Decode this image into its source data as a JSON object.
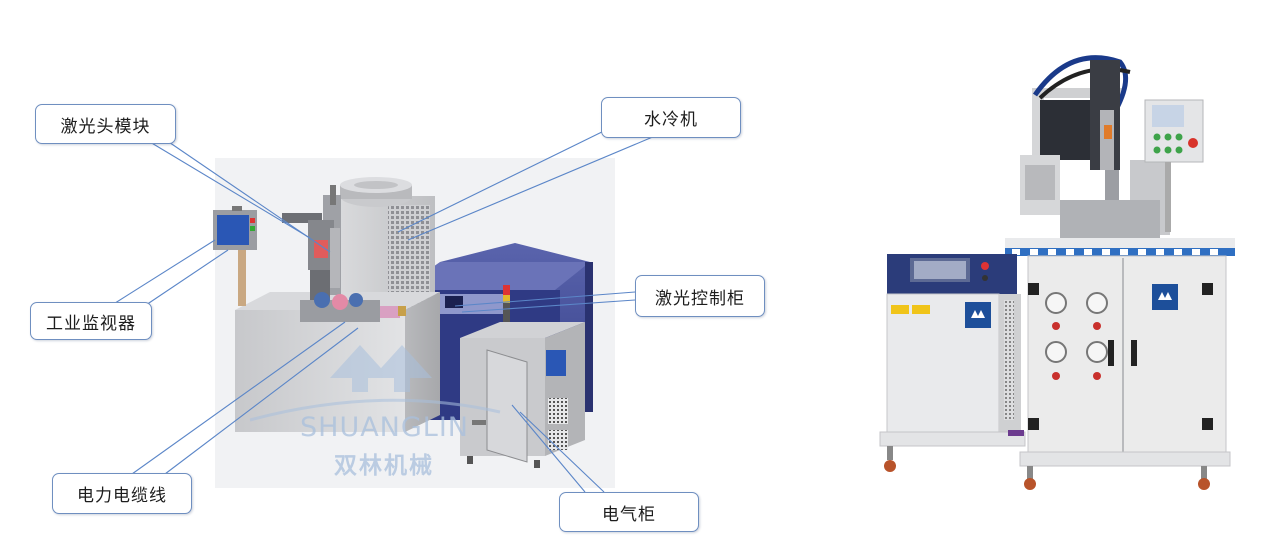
{
  "callouts": {
    "laser_head": "激光头模块",
    "water_chiller": "水冷机",
    "industrial_monitor": "工业监视器",
    "laser_control_cabinet": "激光控制柜",
    "power_cable": "电力电缆线",
    "electrical_cabinet": "电气柜"
  },
  "watermark": {
    "en": "SHUANGLIN",
    "cn": "双林机械"
  },
  "colors": {
    "callout_border": "#6f8fc0",
    "leader_line": "#5b86c8",
    "cabinet_blue": "#3f4a96",
    "panel_gray": "#d3d4d6",
    "machine_white": "#ececec",
    "brand_blue": "#1d4f9a"
  }
}
